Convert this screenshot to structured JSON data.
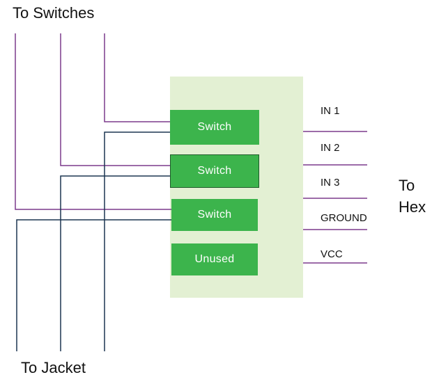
{
  "labels": {
    "to_switches": "To Switches",
    "to_jacket": "To Jacket",
    "to": "To",
    "hex": "Hex"
  },
  "blocks": [
    "Switch",
    "Switch",
    "Switch",
    "Unused"
  ],
  "pins": [
    "IN 1",
    "IN 2",
    "IN 3",
    "GROUND",
    "VCC"
  ],
  "colors": {
    "board": "#e3f0d3",
    "block": "#3cb44c",
    "purple_wire": "#7b3a8c",
    "dark_wire": "#1b3550"
  }
}
